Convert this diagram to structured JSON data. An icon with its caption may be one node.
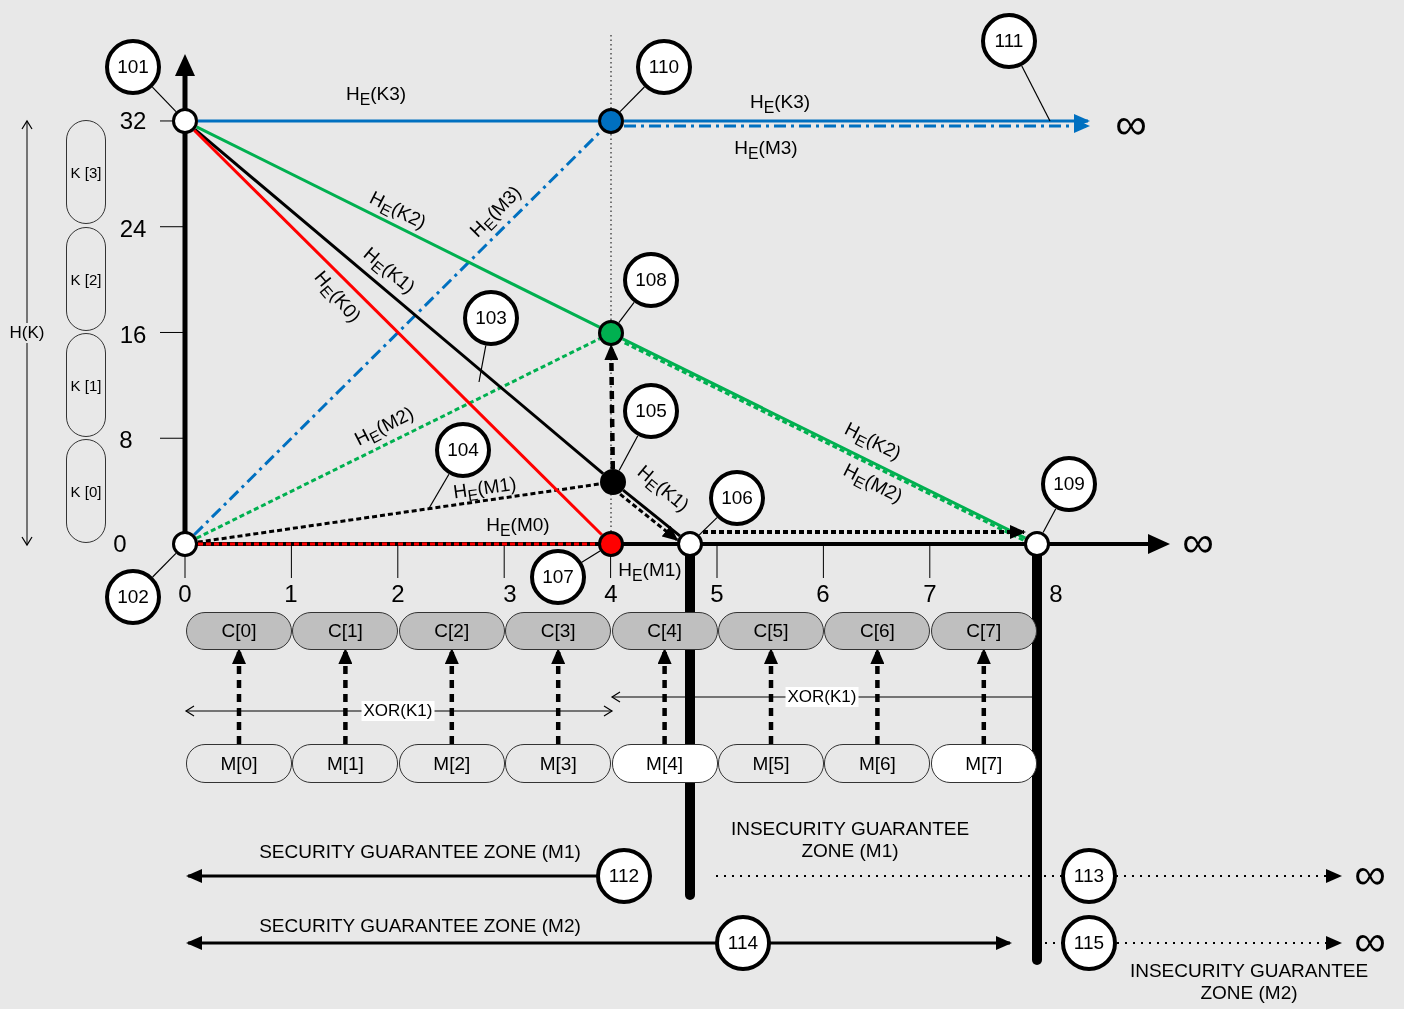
{
  "diagram": {
    "nodes": [
      {
        "text": [
          "101"
        ]
      },
      {
        "text": [
          "110"
        ]
      },
      {
        "text": [
          "111"
        ]
      },
      {
        "text": [],
        "shape": "circle"
      },
      {
        "text": [],
        "shape": "circle"
      },
      {
        "text": [
          "K [3]"
        ]
      },
      {
        "text": [
          "K [2]"
        ]
      },
      {
        "text": [
          "108"
        ]
      },
      {
        "text": [],
        "shape": "circle"
      },
      {
        "text": [
          "103"
        ]
      },
      {
        "text": [
          "K [1]"
        ]
      },
      {
        "text": [
          "105"
        ]
      },
      {
        "text": [
          "104"
        ]
      },
      {
        "text": [
          "K [0]"
        ]
      },
      {
        "text": [],
        "shape": "circle"
      },
      {
        "text": [
          "106"
        ]
      },
      {
        "text": [
          "109"
        ]
      },
      {
        "text": [],
        "shape": "circle"
      },
      {
        "text": [],
        "shape": "circle"
      },
      {
        "text": [],
        "shape": "circle"
      },
      {
        "text": [],
        "shape": "circle"
      },
      {
        "text": [
          "102"
        ]
      },
      {
        "text": [
          "107"
        ]
      },
      {
        "text": [
          "C[0]"
        ]
      },
      {
        "text": [
          "C[1]"
        ]
      },
      {
        "text": [
          "C[2]"
        ]
      },
      {
        "text": [
          "C[3]"
        ]
      },
      {
        "text": [
          "C[4]"
        ]
      },
      {
        "text": [
          "C[5]"
        ]
      },
      {
        "text": [
          "C[6]"
        ]
      },
      {
        "text": [
          "C[7]"
        ]
      },
      {
        "text": [
          "M[0]"
        ]
      },
      {
        "text": [
          "M[1]"
        ]
      },
      {
        "text": [
          "M[2]"
        ]
      },
      {
        "text": [
          "M[3]"
        ]
      },
      {
        "text": [
          "M[4]"
        ]
      },
      {
        "text": [
          "M[5]"
        ]
      },
      {
        "text": [
          "M[6]"
        ]
      },
      {
        "text": [
          "M[7]"
        ]
      },
      {
        "text": [
          "112"
        ]
      },
      {
        "text": [
          "113"
        ]
      },
      {
        "text": [
          "114"
        ]
      },
      {
        "text": [
          "115"
        ]
      }
    ],
    "edges": [
      {
        "from": 3,
        "to": 4,
        "arrow": "none",
        "label": "H$_{E}$(K3)",
        "color": "#0070c0"
      },
      {
        "from": 4,
        "to": null,
        "arrow": "to",
        "label": "H$_{E}$(K3)",
        "color": "#0070c0"
      },
      {
        "from": 17,
        "to": 4,
        "arrow": "none",
        "label": "H$_{E}$(M3)",
        "style": "dashed",
        "color": "#0070c0"
      },
      {
        "from": 4,
        "to": null,
        "arrow": "to",
        "label": "H$_{E}$(M3)",
        "style": "dashed",
        "color": "#0070c0"
      },
      {
        "from": 3,
        "to": 8,
        "arrow": "none",
        "label": "H$_{E}$(K2)",
        "color": "#00b050"
      },
      {
        "from": 8,
        "to": 20,
        "arrow": "none",
        "label": "H$_{E}$(K2)",
        "color": "#00b050"
      },
      {
        "from": 17,
        "to": 8,
        "arrow": "none",
        "label": "H$_{E}$(M2)",
        "style": "dashed",
        "color": "#00b050"
      },
      {
        "from": 8,
        "to": 20,
        "arrow": "none",
        "label": "H$_{E}$(M2)",
        "style": "dashed",
        "color": "#00b050"
      },
      {
        "from": 3,
        "to": 14,
        "arrow": "none",
        "label": "H$_{E}$(K1)"
      },
      {
        "from": 14,
        "to": 19,
        "arrow": "none",
        "label": "H$_{E}$(K1)"
      },
      {
        "from": 17,
        "to": 14,
        "arrow": "none",
        "label": "H$_{E}$(M1)",
        "style": "dashed"
      },
      {
        "from": 14,
        "to": 19,
        "arrow": "to",
        "label": "H$_{E}$(M1)",
        "style": "dashed"
      },
      {
        "from": 3,
        "to": 18,
        "arrow": "none",
        "label": "H$_{E}$(K0)",
        "color": "#ff0000"
      },
      {
        "from": 17,
        "to": 18,
        "arrow": "none",
        "label": "H$_{E}$(M0)",
        "style": "dashed",
        "color": "#ff0000"
      },
      {
        "from": 14,
        "to": 8,
        "arrow": "to",
        "style": "dashed"
      },
      {
        "from": 19,
        "to": 20,
        "arrow": "to",
        "style": "dashed"
      },
      {
        "from": 31,
        "to": 23,
        "arrow": "to",
        "style": "dashed"
      },
      {
        "from": 32,
        "to": 24,
        "arrow": "to",
        "style": "dashed"
      },
      {
        "from": 33,
        "to": 25,
        "arrow": "to",
        "style": "dashed"
      },
      {
        "from": 34,
        "to": 26,
        "arrow": "to",
        "style": "dashed"
      },
      {
        "from": 35,
        "to": 27,
        "arrow": "to",
        "style": "dashed"
      },
      {
        "from": 36,
        "to": 28,
        "arrow": "to",
        "style": "dashed"
      },
      {
        "from": 37,
        "to": 29,
        "arrow": "to",
        "style": "dashed"
      },
      {
        "from": 38,
        "to": 30,
        "arrow": "to",
        "style": "dashed"
      },
      {
        "from": 0,
        "to": 3,
        "arrow": "none"
      },
      {
        "from": 21,
        "to": 17,
        "arrow": "none"
      },
      {
        "from": 9,
        "to": null,
        "arrow": "none"
      },
      {
        "from": 12,
        "to": null,
        "arrow": "none"
      },
      {
        "from": 11,
        "to": 14,
        "arrow": "none"
      },
      {
        "from": 15,
        "to": 19,
        "arrow": "none"
      },
      {
        "from": 22,
        "to": 18,
        "arrow": "none"
      },
      {
        "from": 7,
        "to": 8,
        "arrow": "none"
      },
      {
        "from": 16,
        "to": 20,
        "arrow": "none"
      },
      {
        "from": 1,
        "to": 4,
        "arrow": "none"
      },
      {
        "from": 2,
        "to": null,
        "arrow": "none"
      }
    ],
    "labels": [
      "32",
      "24",
      "16",
      "8",
      "0",
      "H(K)",
      "∞",
      "∞",
      "0",
      "1",
      "2",
      "3",
      "4",
      "5",
      "6",
      "7",
      "8",
      "XOR(K1)",
      "XOR(K1)",
      "INSECURITY GUARANTEE ZONE (M1)",
      "SECURITY GUARANTEE ZONE (M1)",
      "∞",
      "SECURITY GUARANTEE ZONE (M2)",
      "∞",
      "INSECURITY GUARANTEE ZONE (M2)"
    ]
  }
}
